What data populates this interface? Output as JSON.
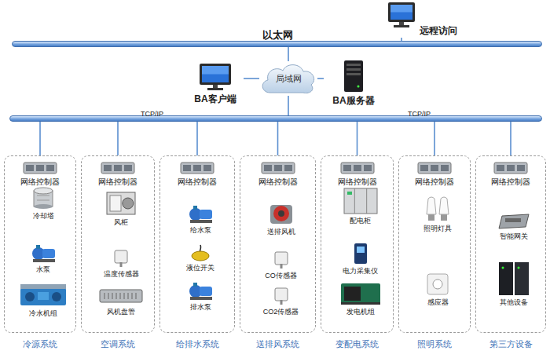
{
  "diagram": {
    "nodes": [
      {
        "text": [
          "以太网"
        ]
      },
      {
        "text": [
          "远程访问"
        ]
      },
      {
        "text": [
          "BA客户端"
        ]
      },
      {
        "text": [
          "局域网"
        ]
      },
      {
        "text": [
          "BA服务器"
        ]
      },
      {
        "text": [
          "TCP/IP",
          "TCP/IP"
        ]
      },
      {
        "text": [
          "冷源系统"
        ]
      },
      {
        "text": [
          "网络控制器"
        ],
        "in": 6
      },
      {
        "text": [
          "冷却塔"
        ],
        "in": 6
      },
      {
        "text": [
          "水泵"
        ],
        "in": 6
      },
      {
        "text": [
          "冷水机组"
        ],
        "in": 6
      },
      {
        "text": [
          "空调系统"
        ]
      },
      {
        "text": [
          "网络控制器"
        ],
        "in": 11
      },
      {
        "text": [
          "风柜"
        ],
        "in": 11
      },
      {
        "text": [
          "温度传感器"
        ],
        "in": 11
      },
      {
        "text": [
          "风机盘管"
        ],
        "in": 11
      },
      {
        "text": [
          "给排水系统"
        ]
      },
      {
        "text": [
          "网络控制器"
        ],
        "in": 16
      },
      {
        "text": [
          "给水泵"
        ],
        "in": 16
      },
      {
        "text": [
          "液位开关"
        ],
        "in": 16
      },
      {
        "text": [
          "排水泵"
        ],
        "in": 16
      },
      {
        "text": [
          "送排风系统"
        ]
      },
      {
        "text": [
          "网络控制器"
        ],
        "in": 21
      },
      {
        "text": [
          "送排风机"
        ],
        "in": 21
      },
      {
        "text": [
          "CO传感器"
        ],
        "in": 21
      },
      {
        "text": [
          "CO2传感器"
        ],
        "in": 21
      },
      {
        "text": [
          "变配电系统"
        ]
      },
      {
        "text": [
          "网络控制器"
        ],
        "in": 26
      },
      {
        "text": [
          "配电柜"
        ],
        "in": 26
      },
      {
        "text": [
          "电力采集仪"
        ],
        "in": 26
      },
      {
        "text": [
          "发电机组"
        ],
        "in": 26
      },
      {
        "text": [
          "照明系统"
        ]
      },
      {
        "text": [
          "网络控制器"
        ],
        "in": 31
      },
      {
        "text": [
          "照明灯具"
        ],
        "in": 31
      },
      {
        "text": [
          "感应器"
        ],
        "in": 31
      },
      {
        "text": [
          "第三方设备"
        ]
      },
      {
        "text": [
          "网络控制器"
        ],
        "in": 35
      },
      {
        "text": [
          "智能网关"
        ],
        "in": 35
      },
      {
        "text": [
          "其他设备"
        ],
        "in": 35
      }
    ],
    "edges": [
      {
        "from": 1,
        "to": 0,
        "arrow": "none"
      },
      {
        "from": 3,
        "to": 0,
        "arrow": "none"
      },
      {
        "from": 2,
        "to": 3,
        "arrow": "none"
      },
      {
        "from": 4,
        "to": 3,
        "arrow": "none"
      },
      {
        "from": 3,
        "to": 5,
        "arrow": "none"
      },
      {
        "from": 5,
        "to": 7,
        "arrow": "none"
      },
      {
        "from": 5,
        "to": 12,
        "arrow": "none"
      },
      {
        "from": 5,
        "to": 17,
        "arrow": "none"
      },
      {
        "from": 5,
        "to": 22,
        "arrow": "none"
      },
      {
        "from": 5,
        "to": 27,
        "arrow": "none"
      },
      {
        "from": 5,
        "to": 32,
        "arrow": "none"
      },
      {
        "from": 5,
        "to": 36,
        "arrow": "none"
      },
      {
        "from": 7,
        "to": 8,
        "arrow": "none"
      },
      {
        "from": 7,
        "to": 9,
        "arrow": "none"
      },
      {
        "from": 7,
        "to": 10,
        "arrow": "none"
      },
      {
        "from": 12,
        "to": 13,
        "arrow": "none"
      },
      {
        "from": 12,
        "to": 14,
        "arrow": "none"
      },
      {
        "from": 12,
        "to": 15,
        "arrow": "none"
      },
      {
        "from": 17,
        "to": 18,
        "arrow": "none"
      },
      {
        "from": 17,
        "to": 19,
        "arrow": "none"
      },
      {
        "from": 17,
        "to": 20,
        "arrow": "none"
      },
      {
        "from": 22,
        "to": 23,
        "arrow": "none"
      },
      {
        "from": 22,
        "to": 24,
        "arrow": "none"
      },
      {
        "from": 22,
        "to": 25,
        "arrow": "none"
      },
      {
        "from": 27,
        "to": 28,
        "arrow": "none"
      },
      {
        "from": 27,
        "to": 29,
        "arrow": "none"
      },
      {
        "from": 27,
        "to": 30,
        "arrow": "none"
      },
      {
        "from": 32,
        "to": 33,
        "arrow": "none"
      },
      {
        "from": 32,
        "to": 34,
        "arrow": "none"
      },
      {
        "from": 36,
        "to": 37,
        "arrow": "none"
      },
      {
        "from": 36,
        "to": 38,
        "arrow": "none"
      }
    ]
  }
}
